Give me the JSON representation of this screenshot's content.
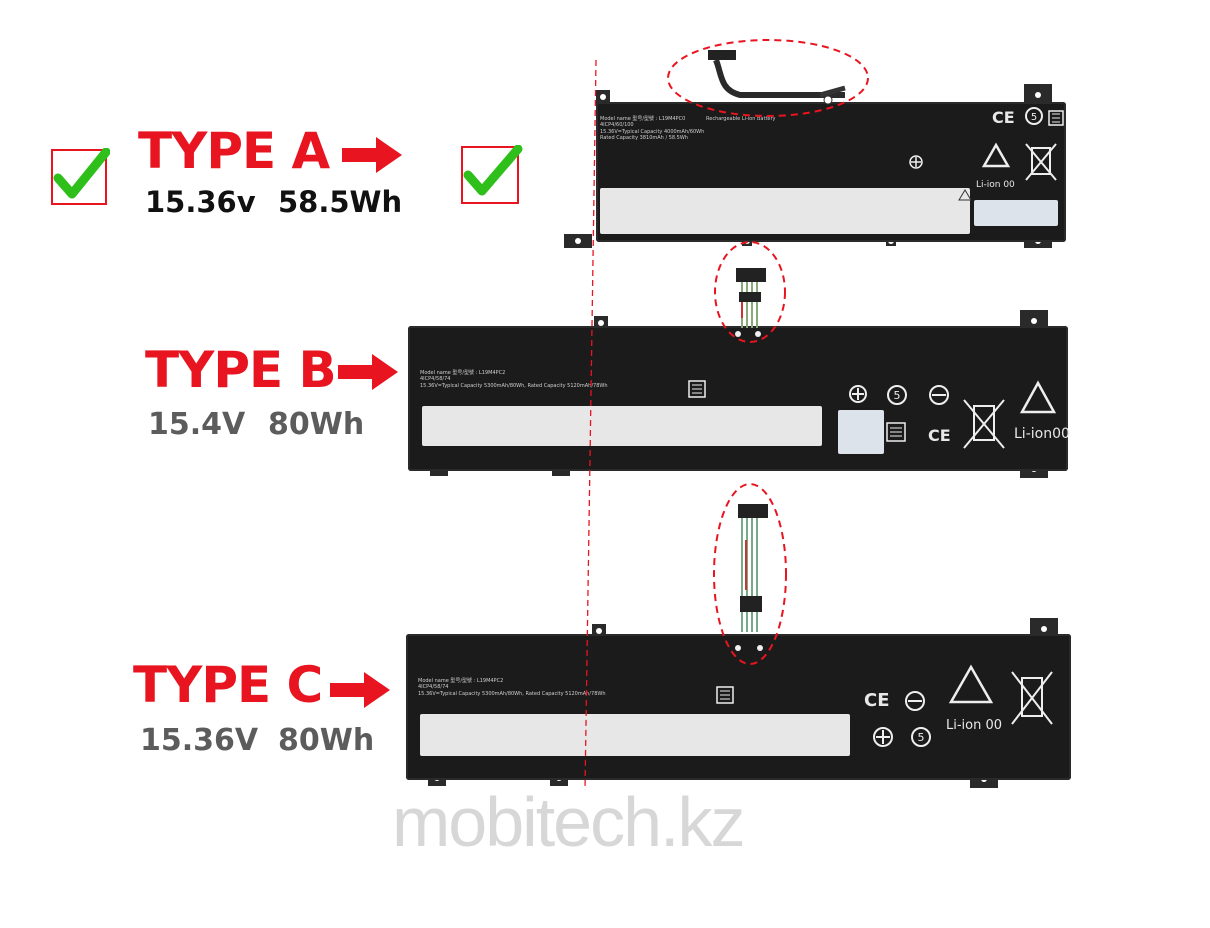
{
  "types": [
    {
      "title": "TYPE A",
      "voltage": "15.36v",
      "capacity": "58.5Wh"
    },
    {
      "title": "TYPE B",
      "voltage": "15.4V",
      "capacity": "80Wh"
    },
    {
      "title": "TYPE C",
      "voltage": "15.36V",
      "capacity": "80Wh"
    }
  ],
  "battery_labels": {
    "a": {
      "model": "Model name 型号/型號 : L19M4PC0",
      "line2": "4ICP4/60/100",
      "line3": "15.36V=Typical Capacity 4000mAh/60Wh",
      "line4": "Rated Capacity 3810mAh / 58.5Wh"
    },
    "b": {
      "model": "Model name 型号/型號 : L19M4PC2",
      "line2": "4ICP4/58/74",
      "line3": "15.36V=Typical Capacity 5300mAh/80Wh, Rated Capacity 5120mAh/78Wh"
    },
    "c": {
      "model": "Model name 型号/型號 : L19M4PC2",
      "line2": "4ICP4/58/74",
      "line3": "15.36V=Typical Capacity 5300mAh/80Wh, Rated Capacity 5120mAh/78Wh"
    }
  },
  "cert": {
    "ce": "CE",
    "liion_a": "Li-ion 00",
    "liion_b": "Li-ion00",
    "liion_c": "Li-ion 00"
  },
  "watermark": "mobitech.kz",
  "colors": {
    "accent_red": "#e8141f",
    "check_green": "#2fbf1a",
    "battery_black": "#1b1b1b"
  }
}
